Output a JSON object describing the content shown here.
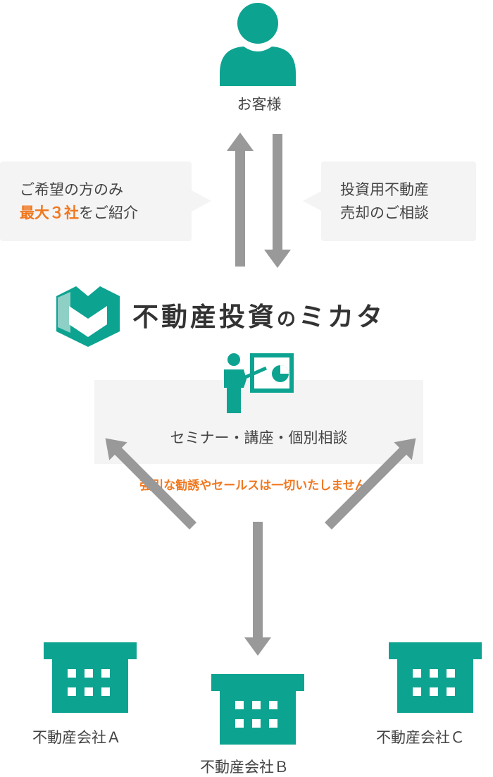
{
  "customer": {
    "label": "お客様",
    "icon": "person-icon"
  },
  "left_bubble": {
    "line1": "ご希望の方のみ",
    "line2_highlight": "最大３社",
    "line2_rest": "をご紹介"
  },
  "right_bubble": {
    "line1": "投資用不動産",
    "line2": "売却のご相談"
  },
  "brand": {
    "name_main": "不動産投資",
    "name_no": "の",
    "name_tail": "ミカタ",
    "logo_icon": "shield-heart-logo"
  },
  "seminar": {
    "label": "セミナー・講座・個別相談",
    "icon": "presenter-icon"
  },
  "notice": "強引な勧誘やセールスは一切いたしません！",
  "companies": [
    {
      "label": "不動産会社Ａ",
      "icon": "building-icon"
    },
    {
      "label": "不動産会社Ｂ",
      "icon": "building-icon"
    },
    {
      "label": "不動産会社Ｃ",
      "icon": "building-icon"
    }
  ],
  "colors": {
    "teal": "#0da391",
    "teal_light": "#8fd0c6",
    "orange": "#f07820",
    "arrow_gray": "#999999",
    "box_bg": "#f4f4f4"
  }
}
